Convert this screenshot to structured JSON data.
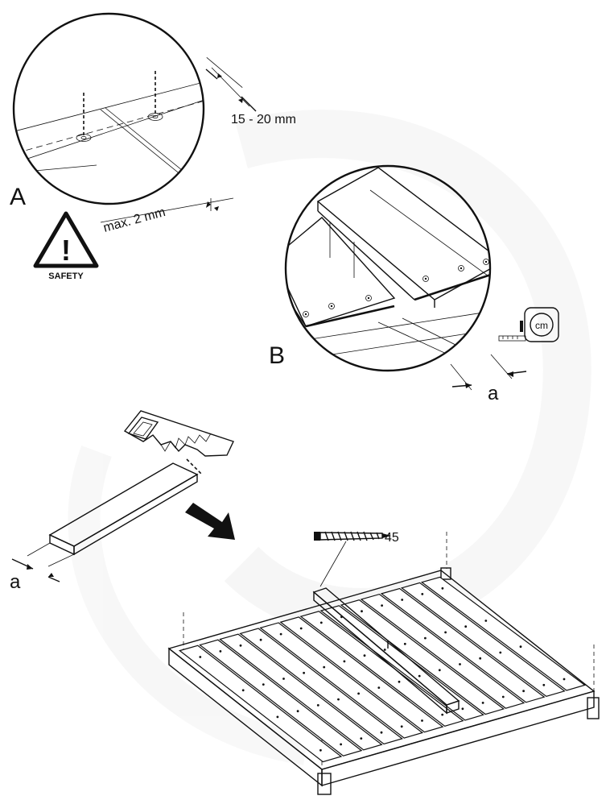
{
  "detail_a": {
    "label": "A",
    "dimension_edge": "15 - 20 mm",
    "dimension_gap": "max. 2 mm"
  },
  "safety": {
    "symbol": "!",
    "label": "SAFETY",
    "icon": "warning-triangle-icon"
  },
  "detail_b": {
    "label": "B",
    "dimension": "a",
    "tape_unit": "cm",
    "icon": "tape-measure-icon"
  },
  "cut_step": {
    "dimension": "a",
    "tool_icon": "saw-icon",
    "arrow_icon": "arrow-right-down-icon"
  },
  "assembly": {
    "screw_length": "45",
    "screw_icon": "screw-icon"
  },
  "colors": {
    "ink": "#111111",
    "background": "#ffffff",
    "watermark": "#f2f2f2"
  }
}
